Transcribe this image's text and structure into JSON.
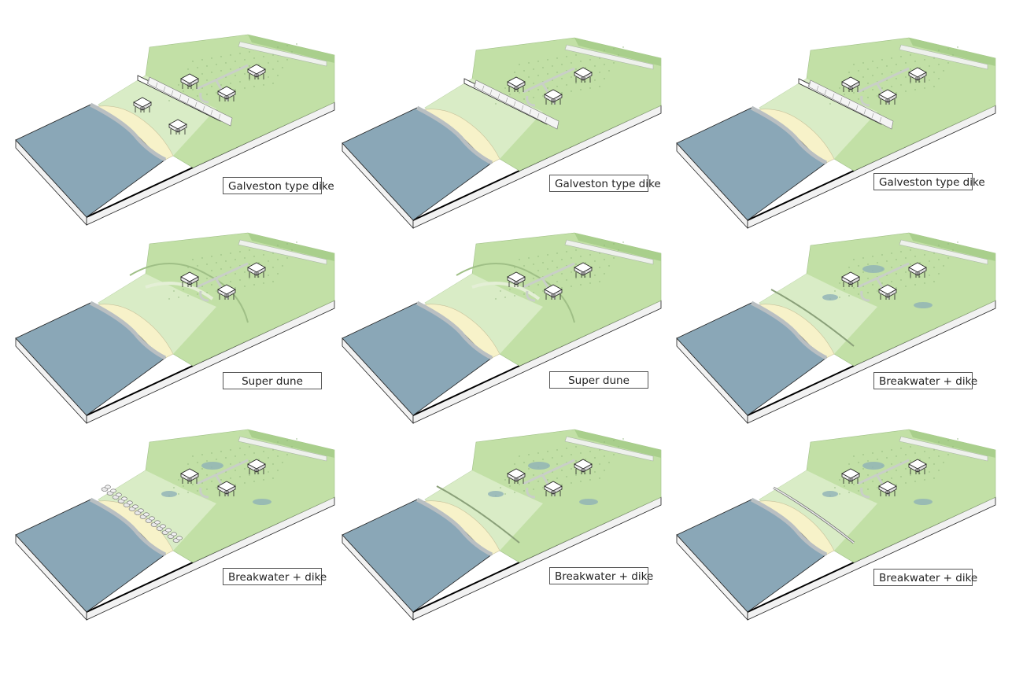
{
  "colors": {
    "water": "#8aa7b7",
    "sand": "#f7f2c9",
    "grass_light": "#d9ecc6",
    "grass": "#c2e0a6",
    "grass_dark": "#a9cf8c",
    "wall": "#f2f2f2",
    "outline": "#222222",
    "path": "#c9cfc7",
    "pond": "#8fb1b7"
  },
  "panels": [
    {
      "label": "Galveston type dike",
      "variant": "galveston-a"
    },
    {
      "label": "Galveston type dike",
      "variant": "galveston-b"
    },
    {
      "label": "Galveston type dike",
      "variant": "galveston-c"
    },
    {
      "label": "Super dune",
      "variant": "dune-a"
    },
    {
      "label": "Super dune",
      "variant": "dune-b"
    },
    {
      "label": "Breakwater + dike",
      "variant": "breakwater-a"
    },
    {
      "label": "Breakwater + dike",
      "variant": "breakwater-b"
    },
    {
      "label": "Breakwater + dike",
      "variant": "breakwater-c"
    },
    {
      "label": "Breakwater + dike",
      "variant": "breakwater-d"
    }
  ]
}
